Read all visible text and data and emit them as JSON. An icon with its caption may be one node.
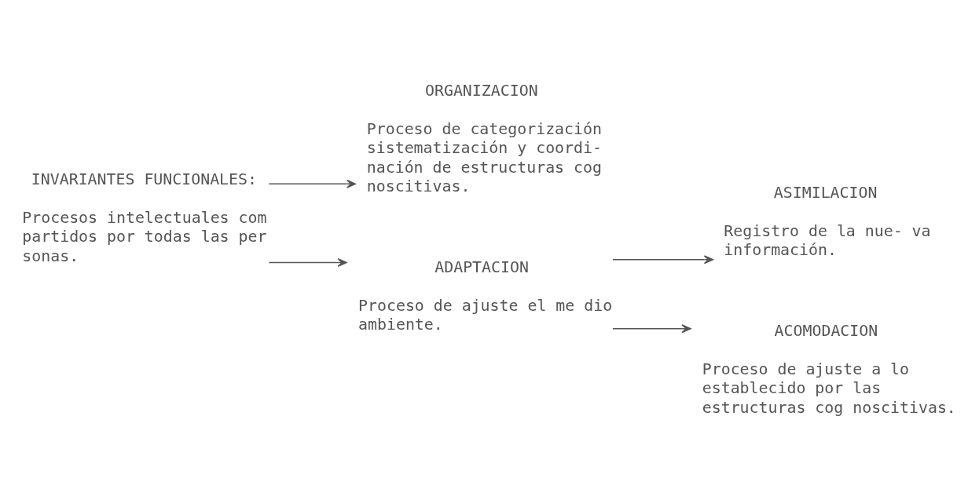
{
  "diagram": {
    "nodes": [
      {
        "text": [
          "INVARIANTES FUNCIONALES:",
          "Procesos intelectuales com partidos por todas las per sonas."
        ]
      },
      {
        "text": [
          "ORGANIZACION",
          "Proceso de categorización sistematización y coordi- nación de estructuras cog noscitivas."
        ]
      },
      {
        "text": [
          "ADAPTACION",
          "Proceso de ajuste el me dio ambiente."
        ]
      },
      {
        "text": [
          "ASIMILACION",
          "Registro de la nue- va información."
        ]
      },
      {
        "text": [
          "ACOMODACION",
          "Proceso de ajuste a lo establecido por las estructuras cog noscitivas."
        ]
      }
    ],
    "edges": [
      {
        "from": 0,
        "to": 1,
        "arrow": "to"
      },
      {
        "from": 0,
        "to": 2,
        "arrow": "to"
      },
      {
        "from": 2,
        "to": 3,
        "arrow": "to"
      },
      {
        "from": 2,
        "to": 4,
        "arrow": "to"
      }
    ]
  }
}
